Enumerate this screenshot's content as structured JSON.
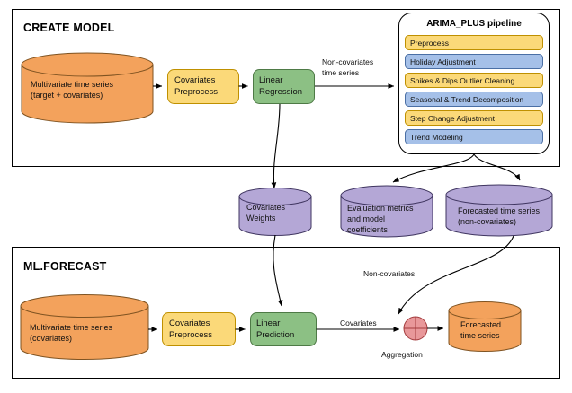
{
  "colors": {
    "orange_fill": "#F3A25C",
    "orange_stroke": "#9A6431",
    "purple_fill": "#B4A7D6",
    "purple_stroke": "#544873",
    "yellow_fill": "#FBD979",
    "yellow_stroke": "#BF9000",
    "blue_fill": "#A5C0E8",
    "blue_stroke": "#4A6FA5",
    "green_fill": "#8CC084",
    "green_stroke": "#4E7A46",
    "red_fill": "#E8989A",
    "red_stroke": "#A33B3D",
    "line": "#000000",
    "container_stroke": "#000000",
    "background": "#FFFFFF"
  },
  "create_model": {
    "title": "CREATE MODEL",
    "source_cylinder": {
      "line1": "Multivariate time series",
      "line2": "(target + covariates)"
    },
    "preprocess_box": {
      "line1": "Covariates",
      "line2": "Preprocess"
    },
    "regression_box": {
      "line1": "Linear",
      "line2": "Regression"
    },
    "edge_label_noncov": {
      "line1": "Non-covariates",
      "line2": "time series"
    }
  },
  "pipeline": {
    "title": "ARIMA_PLUS pipeline",
    "steps": [
      {
        "label": "Preprocess",
        "tone": "yellow"
      },
      {
        "label": "Holiday Adjustment",
        "tone": "blue"
      },
      {
        "label": "Spikes & Dips Outlier Cleaning",
        "tone": "yellow"
      },
      {
        "label": "Seasonal & Trend Decomposition",
        "tone": "blue"
      },
      {
        "label": "Step Change Adjustment",
        "tone": "yellow"
      },
      {
        "label": "Trend Modeling",
        "tone": "blue"
      }
    ]
  },
  "artifacts": {
    "covariates_weights": {
      "line1": "Covariates",
      "line2": "Weights"
    },
    "evaluation_metrics": {
      "line1": "Evaluation metrics",
      "line2": "and model",
      "line3": "coefficients"
    },
    "forecasted_noncov": {
      "line1": "Forecasted time series",
      "line2": "(non-covariates)"
    }
  },
  "ml_forecast": {
    "title": "ML.FORECAST",
    "source_cylinder": {
      "line1": "Multivariate time series",
      "line2": "(covariates)"
    },
    "preprocess_box": {
      "line1": "Covariates",
      "line2": "Preprocess"
    },
    "prediction_box": {
      "line1": "Linear",
      "line2": "Prediction"
    },
    "edge_label_covariates": "Covariates",
    "edge_label_noncovariates": "Non-covariates",
    "aggregation_label": "Aggregation",
    "output_cylinder": {
      "line1": "Forecasted",
      "line2": "time series"
    }
  }
}
